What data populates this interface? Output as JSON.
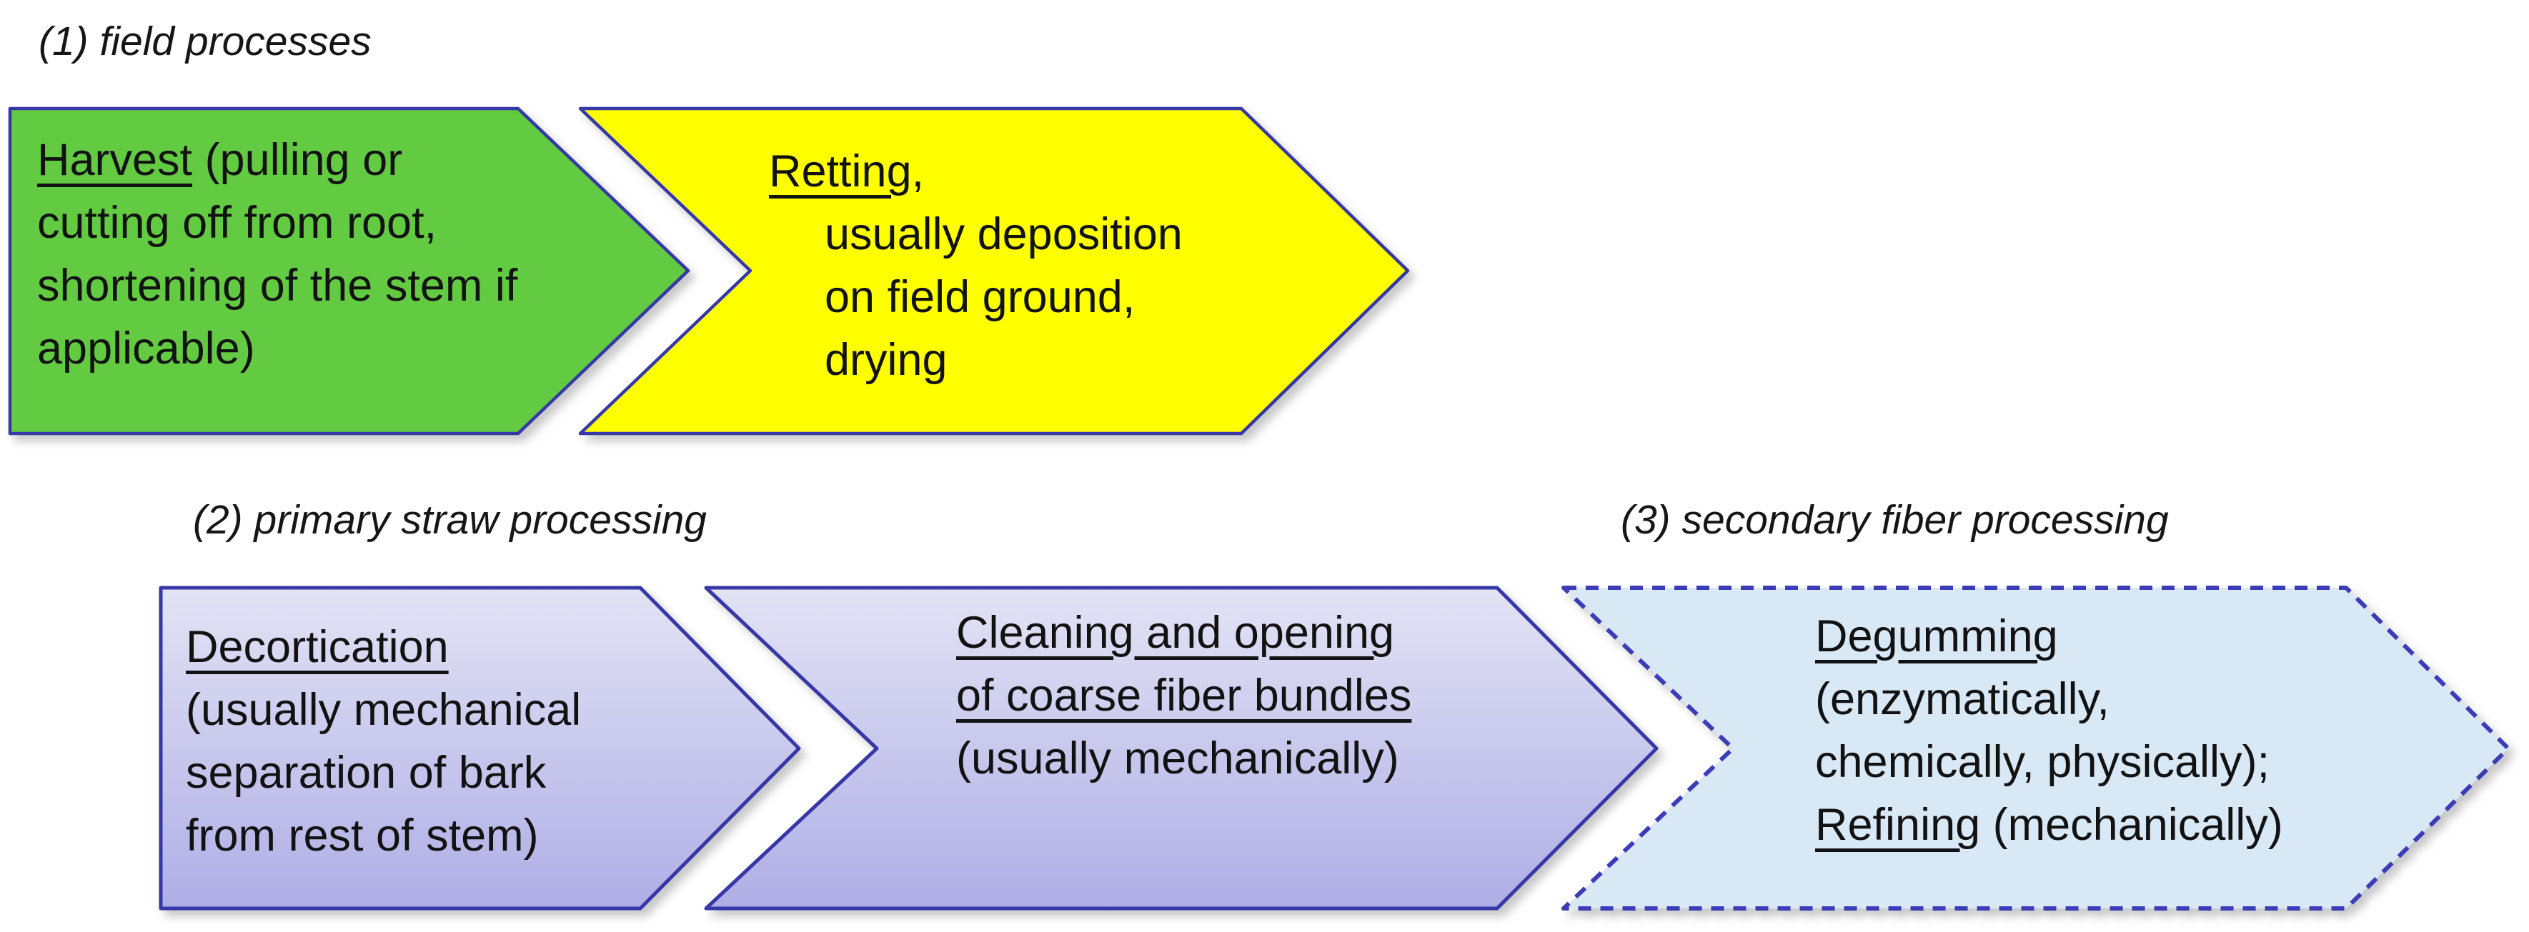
{
  "labels": {
    "field": "(1) field processes",
    "primary": "(2) primary straw processing",
    "secondary": "(3) secondary fiber processing"
  },
  "arrows": {
    "harvest": {
      "keyword": "Harvest",
      "rest0": " (pulling or",
      "line1": "cutting off from root,",
      "line2": "shortening of the stem if",
      "line3": "applicable)"
    },
    "retting": {
      "keyword": "Retting",
      "rest0": ",",
      "line1": "usually deposition",
      "line2": "on field ground,",
      "line3": "drying"
    },
    "decortication": {
      "keyword": "Decortication",
      "line1": "(usually mechanical",
      "line2": "separation of bark",
      "line3": "from rest of stem)"
    },
    "cleaning": {
      "keyword1": "Cleaning and opening",
      "keyword2": "of coarse fiber bundles",
      "line1": "(usually mechanically)"
    },
    "degumming": {
      "keyword1": "Degumming",
      "line1": "(enzymatically,",
      "line2": "chemically, physically);",
      "keyword2": "Refining",
      "rest2": " (mechanically)"
    }
  },
  "colors": {
    "green": "#63cb43",
    "yellow": "#ffff00",
    "purple_top": "#e3e3f5",
    "purple_bottom": "#aeaee6",
    "light_blue": "#d9e8f5",
    "border": "#3537a6",
    "dash_border": "#3b3cb8",
    "text": "#121212"
  }
}
